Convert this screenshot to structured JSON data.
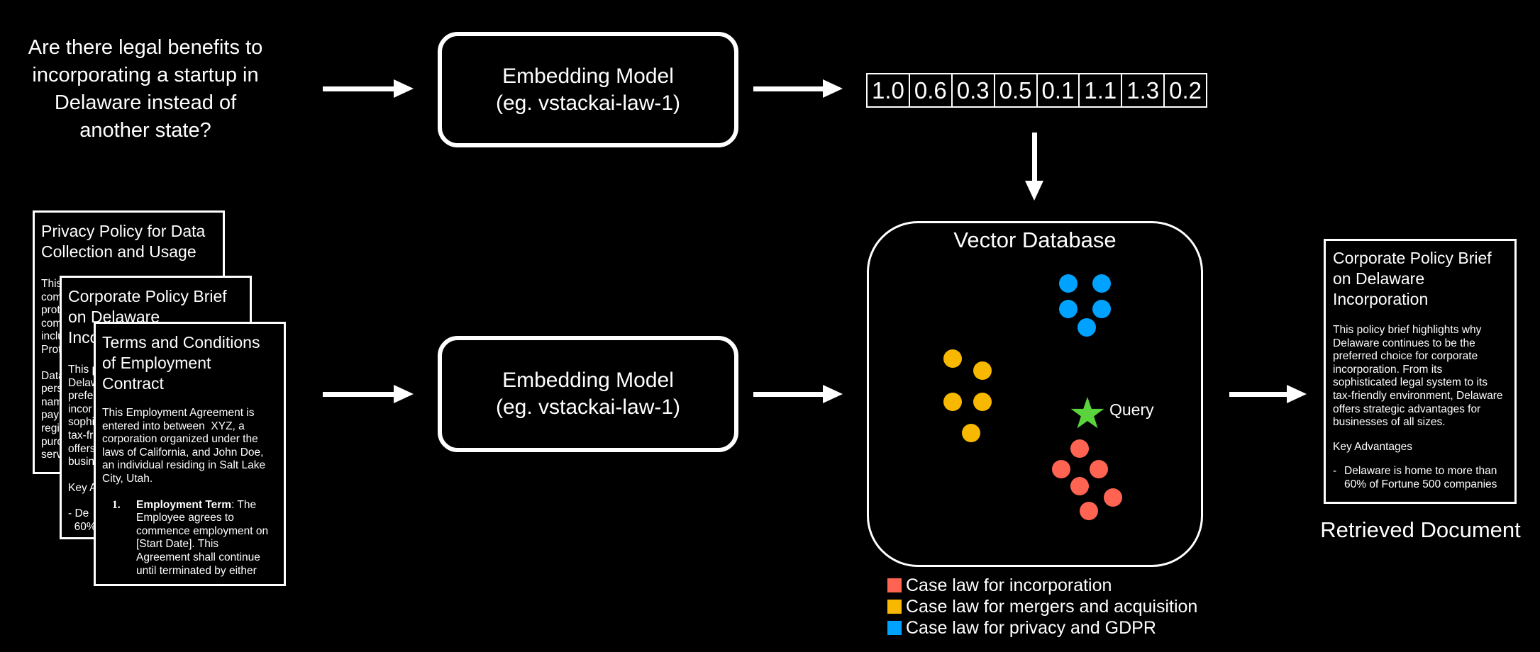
{
  "query": {
    "lines": [
      "Are there legal benefits to",
      "incorporating a startup in",
      "Delaware instead of",
      "another state?"
    ]
  },
  "embedding_model_top": {
    "title": "Embedding Model",
    "subtitle": "(eg. vstackai-law-1)"
  },
  "embedding_model_bottom": {
    "title": "Embedding Model",
    "subtitle": "(eg. vstackai-law-1)"
  },
  "query_vector": [
    "1.0",
    "0.6",
    "0.3",
    "0.5",
    "0.1",
    "1.1",
    "1.3",
    "0.2"
  ],
  "documents": [
    {
      "title": "Privacy Policy for Data Collection and Usage",
      "body_fragments": [
        "This",
        "com",
        "prot",
        "com",
        "inclu",
        "Prot",
        "",
        "Data",
        "pers",
        "nam",
        "pay",
        "regi",
        "purc",
        "serv"
      ]
    },
    {
      "title": "Corporate Policy Brief on Delaware Incorporation",
      "title_lines": [
        "Corporate Policy Brief",
        "on Delaware",
        "Inco"
      ],
      "body_fragments": [
        "This p",
        "Delaw",
        "prefe",
        "incor",
        "sophi",
        "tax-fr",
        "offers",
        "busin",
        "",
        "Key A",
        "",
        "- De",
        "  60%"
      ]
    },
    {
      "title_lines": [
        "Terms and Conditions",
        "of Employment",
        "Contract"
      ],
      "body": "This Employment Agreement is entered into between  XYZ, a corporation organized under the laws of California, and John Doe, an individual residing in Salt Lake City, Utah.",
      "body_lines": [
        "This Employment Agreement is",
        "entered into between  XYZ, a",
        "corporation organized under the",
        "laws of California, and John Doe,",
        "an individual residing in Salt Lake",
        "City, Utah."
      ],
      "list_item": {
        "number": "1.",
        "term": "Employment Term",
        "lines_first_rest": ": The",
        "lines": [
          "Employee agrees to",
          "commence employment on",
          "[Start Date]. This",
          "Agreement shall continue",
          "until terminated by either"
        ]
      }
    }
  ],
  "vector_database": {
    "title": "Vector Database",
    "query_label": "Query",
    "query_color": "#5ad43c",
    "clusters": [
      {
        "name": "incorporation",
        "color": "#ff6453",
        "points": 6
      },
      {
        "name": "mergers",
        "color": "#f8b800",
        "points": 5
      },
      {
        "name": "privacy",
        "color": "#00a2ff",
        "points": 5
      }
    ]
  },
  "legend": [
    {
      "label": "Case law for incorporation",
      "color": "#ff6453"
    },
    {
      "label": "Case law for mergers and acquisition",
      "color": "#f8b800"
    },
    {
      "label": "Case law for privacy and GDPR",
      "color": "#00a2ff"
    }
  ],
  "retrieved_document": {
    "title_lines": [
      "Corporate Policy Brief",
      "on Delaware",
      "Incorporation"
    ],
    "body_lines": [
      "This policy brief highlights why",
      "Delaware continues to be the",
      "preferred choice for corporate",
      "incorporation. From its",
      "sophisticated legal system to its",
      "tax-friendly environment, Delaware",
      "offers strategic advantages for",
      "businesses of all sizes."
    ],
    "section": "Key Advantages",
    "bullet_dash": "-",
    "bullet_lines": [
      "Delaware is home to more than",
      "60% of Fortune 500 companies"
    ],
    "caption": "Retrieved Document"
  }
}
